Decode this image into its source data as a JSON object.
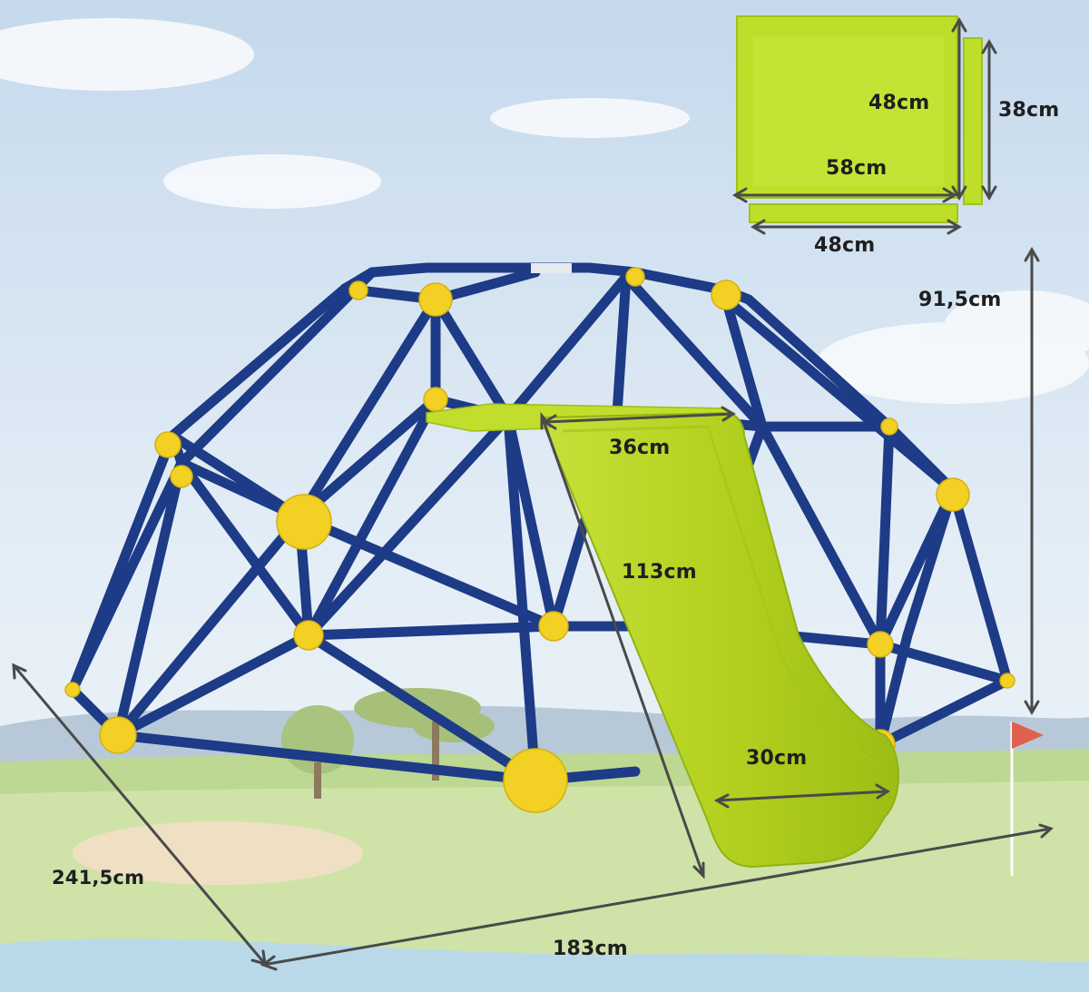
{
  "dimensions": {
    "mat_inner_depth": "48cm",
    "mat_side_height": "38cm",
    "mat_inner_width": "58cm",
    "mat_outer_width": "48cm",
    "overall_height": "91,5cm",
    "slide_top_width": "36cm",
    "slide_length": "113cm",
    "slide_bottom_width": "30cm",
    "overall_depth": "241,5cm",
    "overall_width": "183cm"
  },
  "colors": {
    "frame": "#1d3b86",
    "joints": "#f2d024",
    "slide": "#b9d62a",
    "mat": "#bfe02a",
    "sky": "#dbe8f3",
    "grass": "#cfe3a9"
  }
}
